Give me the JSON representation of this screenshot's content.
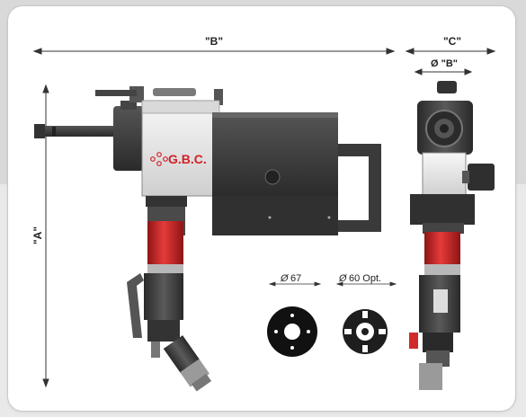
{
  "dimensions": {
    "a": "\"A\"",
    "b": "\"B\"",
    "c": "\"C\"",
    "phi_b": "Ø \"B\""
  },
  "logo": {
    "text": "G.B.C.",
    "color": "#d12027"
  },
  "flanges": [
    {
      "label": "67",
      "kind": "standard"
    },
    {
      "label": "60 Opt.",
      "kind": "optional"
    }
  ],
  "diameter_symbol": "Ø",
  "colors": {
    "grip_red": "#d42a2a",
    "body_dark": "#3a3a3a",
    "body_silver": "#e6e6e6"
  }
}
